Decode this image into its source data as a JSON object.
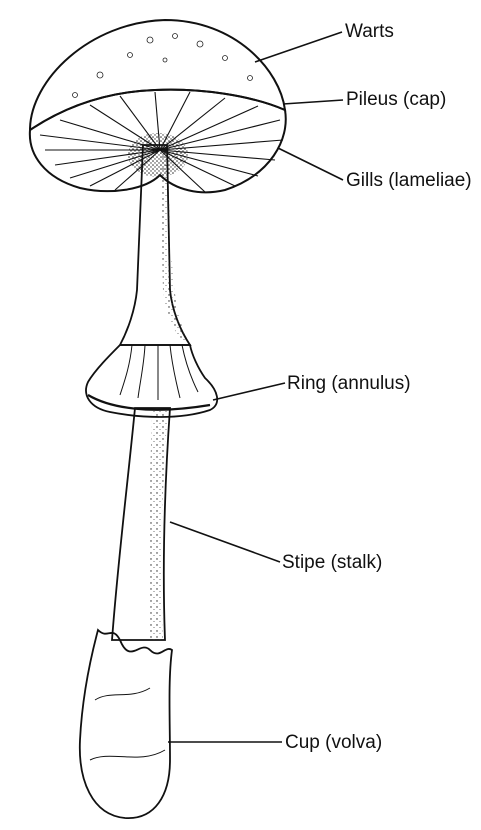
{
  "diagram": {
    "labels": {
      "warts": "Warts",
      "pileus": "Pileus (cap)",
      "gills": "Gills (lameliae)",
      "ring": "Ring (annulus)",
      "stipe": "Stipe (stalk)",
      "cup": "Cup (volva)"
    }
  }
}
